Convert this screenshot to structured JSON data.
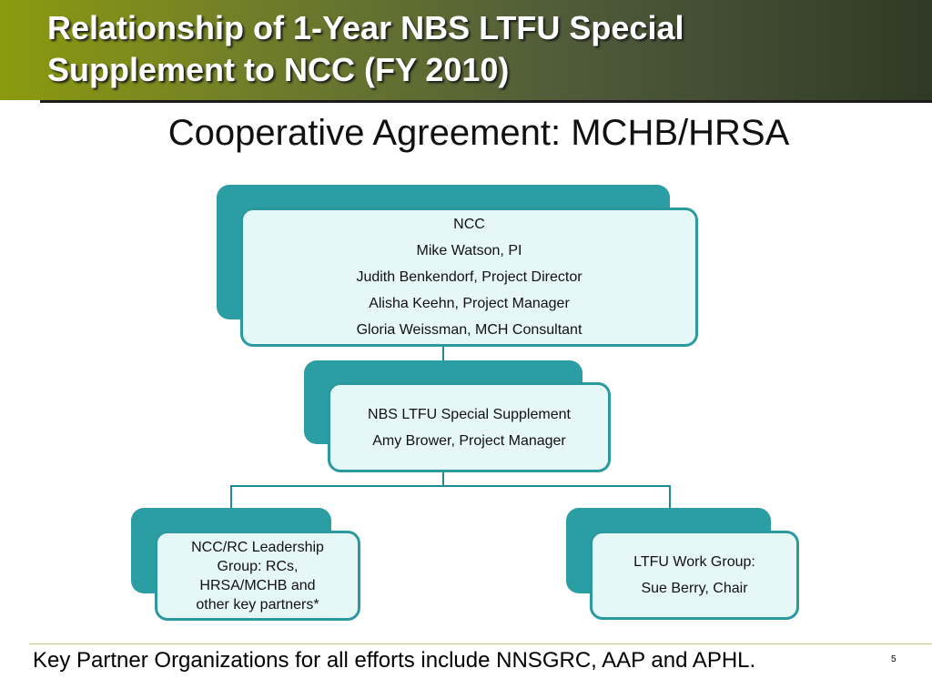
{
  "slide": {
    "title_line1": "Relationship of 1-Year NBS LTFU  Special",
    "title_line2": "Supplement to NCC (FY 2010)",
    "subtitle": "Cooperative Agreement: MCHB/HRSA",
    "footer": "Key Partner Organizations for all efforts include NNSGRC, AAP and APHL.",
    "page_number": "5"
  },
  "org_chart": {
    "ncc": {
      "lines": [
        "NCC",
        "Mike Watson, PI",
        "Judith Benkendorf, Project Director",
        "Alisha Keehn, Project Manager",
        "Gloria Weissman, MCH Consultant"
      ]
    },
    "supplement": {
      "lines": [
        "NBS LTFU Special Supplement",
        "Amy Brower, Project Manager"
      ]
    },
    "leadership": {
      "lines": [
        "NCC/RC Leadership",
        "Group: RCs,",
        "HRSA/MCHB and",
        "other key partners*"
      ]
    },
    "workgroup": {
      "lines": [
        "LTFU Work Group:",
        "Sue Berry, Chair"
      ]
    }
  },
  "colors": {
    "card_fill": "#e6f7f8",
    "card_border": "#2b9aa0",
    "card_shadow": "#2a9ea3",
    "title_bar_start": "#8c9a0e",
    "title_bar_end": "#2f3a26"
  }
}
